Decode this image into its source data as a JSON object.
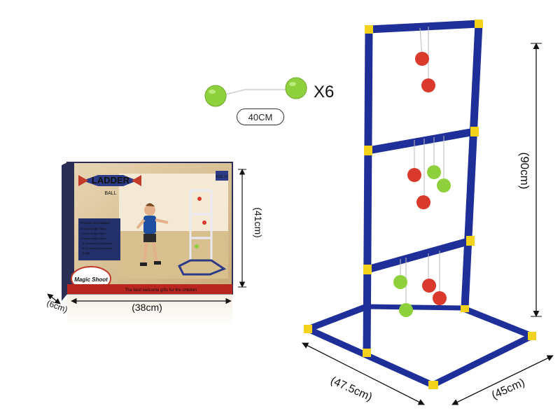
{
  "ball_set": {
    "rope_length": "40CM",
    "quantity": "X6",
    "ball_color": "#8ed13c"
  },
  "box": {
    "brand_line1": "LADDER",
    "brand_line2": "BALL",
    "age_badge": "AGE 3+",
    "info_title": "Product information:",
    "info_lines": [
      "6 Pipes length 26cm",
      "4 Pipes length 38cm",
      "5 Pipes length 40cm",
      "6 Connecting pipe parts",
      "6 Connecting pipe parts",
      "6 Ball"
    ],
    "badge_text": "Magic Shoot",
    "banner_text": "The best welcome gifts for the children",
    "dims": {
      "height": "(41cm)",
      "width": "(38cm)",
      "depth": "(6cm)"
    }
  },
  "ladder": {
    "frame_color": "#1f2f9a",
    "joint_color": "#f3d21c",
    "red_ball_color": "#d93a2b",
    "green_ball_color": "#8ed13c",
    "dims": {
      "height": "(90cm)",
      "width": "(47.5cm)",
      "depth": "(45cm)"
    }
  }
}
